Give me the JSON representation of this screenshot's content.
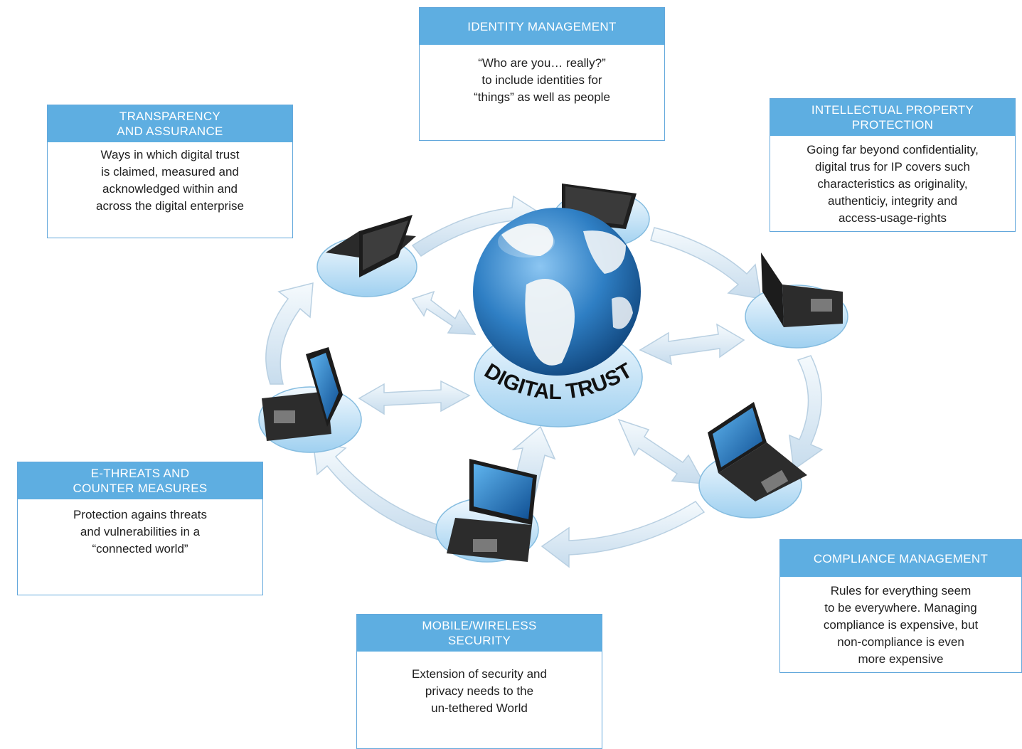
{
  "center_label": "DIGITAL TRUST",
  "boxes": {
    "identity": {
      "title": "IDENTITY MANAGEMENT",
      "body": "“Who are you… really?”\nto include identities for\n“things” as well as people"
    },
    "transparency": {
      "title": "TRANSPARENCY\nAND ASSURANCE",
      "body": "Ways in which digital trust\nis claimed, measured and\nacknowledged within and\nacross the digital enterprise"
    },
    "ip": {
      "title": "INTELLECTUAL PROPERTY\nPROTECTION",
      "body": "Going far beyond confidentiality,\ndigital trus for IP covers such\ncharacteristics as originality,\nauthenticiy, integrity and\naccess-usage-rights"
    },
    "ethreats": {
      "title": "E-THREATS AND\nCOUNTER MEASURES",
      "body": "Protection agains threats\nand vulnerabilities in a\n“connected world”"
    },
    "compliance": {
      "title": "COMPLIANCE MANAGEMENT",
      "body": "Rules for everything seem\nto be everywhere. Managing\ncompliance is expensive, but\nnon-compliance is even\nmore expensive"
    },
    "mobile": {
      "title": "MOBILE/WIRELESS\nSECURITY",
      "body": "Extension of security and\nprivacy needs to the\nun-tethered World"
    }
  },
  "colors": {
    "header_blue": "#5eaee1",
    "border_blue": "#63a8dc",
    "ocean_blue": "#2f7fc4",
    "land_white": "#f2f5f7",
    "pedestal_blue": "#bfe0f5",
    "arrow_blue": "#dcebf5"
  }
}
